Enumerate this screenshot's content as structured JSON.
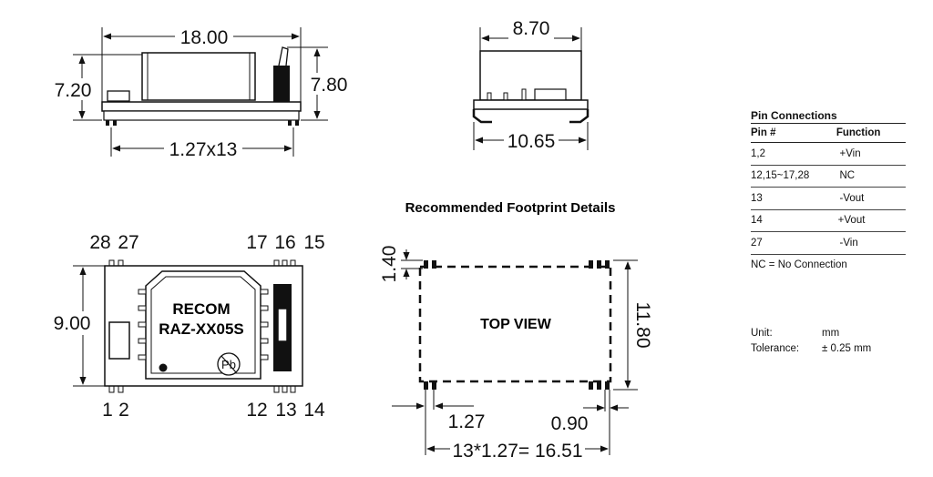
{
  "side_view": {
    "width_label": "18.00",
    "height_label": "7.20",
    "overall_height_label": "7.80",
    "pitch_label": "1.27x13"
  },
  "end_view": {
    "body_width_label": "8.70",
    "lead_span_label": "10.65"
  },
  "top_view": {
    "pins_top": [
      "28",
      "27",
      "17",
      "16",
      "15"
    ],
    "pins_bottom": [
      "1",
      "2",
      "12",
      "13",
      "14"
    ],
    "height_label": "9.00",
    "brand": "RECOM",
    "model": "RAZ-XX05S",
    "pb_mark": "Pb"
  },
  "footprint": {
    "title": "Recommended Footprint Details",
    "center_label": "TOP VIEW",
    "pad_height_label": "1.40",
    "height_label": "11.80",
    "pitch_label": "1.27",
    "pad_width_label": "0.90",
    "span_label": "13*1.27= 16.51"
  },
  "pin_table": {
    "title": "Pin Connections",
    "headers": [
      "Pin #",
      "Function"
    ],
    "rows": [
      [
        "1,2",
        "+Vin"
      ],
      [
        "12,15~17,28",
        "NC"
      ],
      [
        "13",
        "-Vout"
      ],
      [
        "14",
        "+Vout"
      ],
      [
        "27",
        "-Vin"
      ]
    ],
    "note": "NC = No Connection"
  },
  "units": {
    "unit_label": "Unit:",
    "unit_value": "mm",
    "tolerance_label": "Tolerance:",
    "tolerance_value": "± 0.25 mm"
  }
}
